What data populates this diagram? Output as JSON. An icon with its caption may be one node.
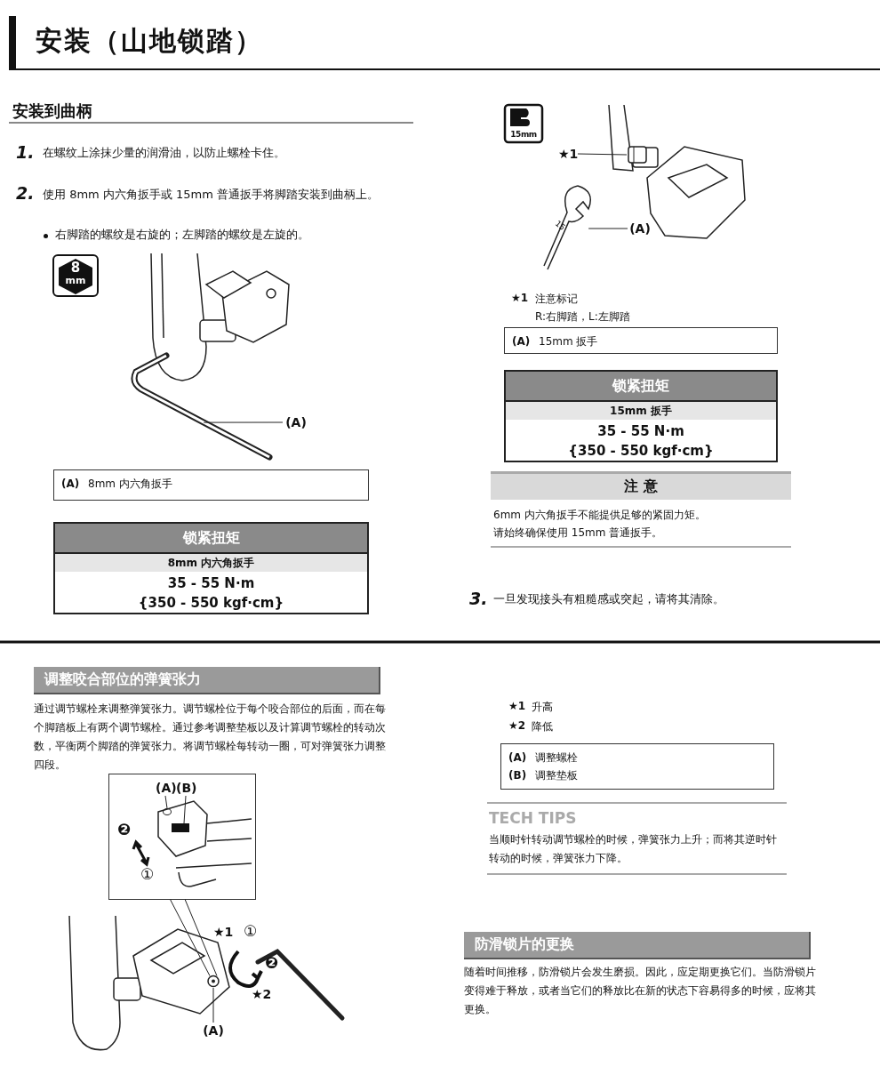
{
  "diagram": {
    "title": "安装（山地锁踏）",
    "nodes": [
      {
        "text": [
          "(A)"
        ]
      },
      {
        "text": [],
        "shape": "picture"
      },
      {
        "text": [
          "★1"
        ]
      },
      {
        "text": [],
        "shape": "picture"
      },
      {
        "text": [
          "(A)"
        ]
      },
      {
        "text": [],
        "shape": "picture"
      },
      {
        "text": [
          "(A)",
          "8mm 内六角扳手"
        ]
      },
      {
        "text": [
          "锁紧扭矩",
          "8mm 内六角扳手",
          "35 - 55 N·m",
          "{350 - 550 kgf·cm}"
        ]
      },
      {
        "text": [
          "(A)",
          "15mm 扳手"
        ]
      },
      {
        "text": [
          "锁紧扭矩",
          "15mm 扳手",
          "35 - 55 N·m",
          "{350 - 550 kgf·cm}"
        ]
      },
      {
        "text": [
          "注 意"
        ]
      },
      {
        "text": [
          "调整咬合部位的弹簧张力"
        ]
      },
      {
        "text": [],
        "shape": "picture"
      },
      {
        "text": [
          "(A)"
        ],
        "in": 12
      },
      {
        "text": [
          "(B)"
        ],
        "in": 12
      },
      {
        "text": [],
        "shape": "circle",
        "in": 12
      },
      {
        "text": [],
        "shape": "bar",
        "in": 12
      },
      {
        "text": [
          "(A)"
        ]
      },
      {
        "text": [],
        "shape": "picture"
      },
      {
        "text": [
          "(A)",
          "调整螺栓",
          "(B)",
          "调整垫板"
        ]
      },
      {
        "text": [
          "防滑锁片的更换"
        ]
      }
    ],
    "edges": [
      {
        "from": 0,
        "to": 1,
        "arrow": "none"
      },
      {
        "from": 2,
        "to": 3,
        "arrow": "none"
      },
      {
        "from": 4,
        "to": 5,
        "arrow": "none"
      },
      {
        "from": 13,
        "to": 15,
        "arrow": "none"
      },
      {
        "from": 14,
        "to": 16,
        "arrow": "none"
      },
      {
        "from": 12,
        "to": 18,
        "arrow": "none"
      },
      {
        "from": 12,
        "to": 18,
        "arrow": "none"
      },
      {
        "from": 17,
        "to": 18,
        "arrow": "none"
      }
    ],
    "labels": [
      "安装到曲柄",
      "1.",
      "在螺纹上涂抹少量的润滑油，以防止螺栓卡住。",
      "2.",
      "使用 8mm 内六角扳手或 15mm 普通扳手将脚踏安装到曲柄上。",
      "右脚踏的螺纹是右旋的；左脚踏的螺纹是左旋的。",
      "8",
      "mm",
      "15mm",
      "15",
      "★1",
      "注意标记",
      "R:右脚踏，L:左脚踏",
      "6mm 内六角扳手不能提供足够的紧固力矩。",
      "请始终确保使用 15mm 普通扳手。",
      "3.",
      "一旦发现接头有粗糙感或突起，请将其清除。",
      "通过调节螺栓来调整弹簧张力。调节螺栓位于每个咬合部位的后面，而在每个脚踏板上有两个调节螺栓。通过参考调整垫板以及计算调节螺栓的转动次数，平衡两个脚踏的弹簧张力。将调节螺栓每转动一圈，可对弹簧张力调整四段。",
      "❷",
      "①",
      "★1",
      "①",
      "❷",
      "★2",
      "★1",
      "升高",
      "★2",
      "降低",
      "TECH TIPS",
      "当顺时针转动调节螺栓的时候，弹簧张力上升；而将其逆时针转动的时候，弹簧张力下降。",
      "随着时间推移，防滑锁片会发生磨损。因此，应定期更换它们。当防滑锁片变得难于释放，或者当它们的释放比在新的状态下容易得多的时候，应将其更换。"
    ]
  }
}
